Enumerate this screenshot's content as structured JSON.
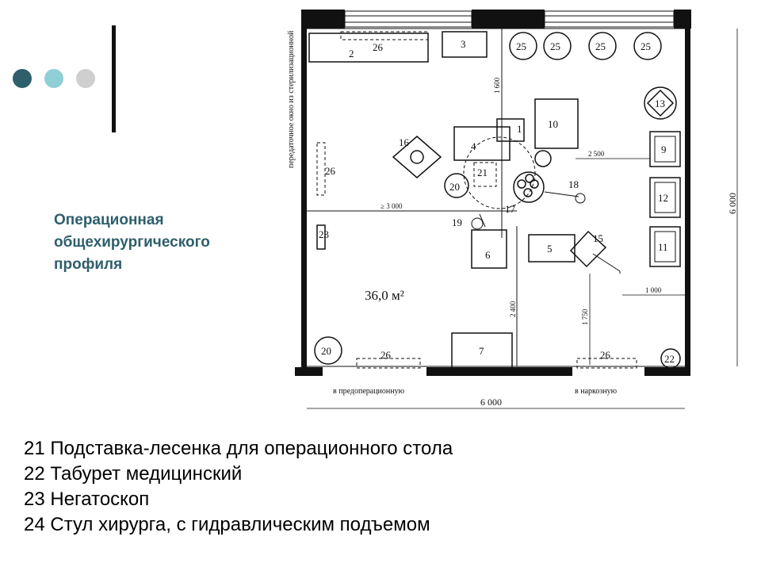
{
  "slide": {
    "title": "Операционная общехирургического профиля",
    "accent_colors": [
      "#2e5f6b",
      "#8fcfd6",
      "#cfcfcf"
    ]
  },
  "plan": {
    "area_label": "36,0 м²",
    "side_window_label": "передаточное окно из стерилизационной",
    "door_left_label": "в предоперационную",
    "door_right_label": "в наркозную",
    "dim_width_bottom": "6 000",
    "dim_height_right": "6 000",
    "dim_3000": "≥ 3 000",
    "dim_2500": "2 500",
    "dim_1600": "1 600",
    "dim_2400": "2 400",
    "dim_1750": "1 750",
    "dim_1000": "1 000",
    "items": {
      "n1": "1",
      "n2": "2",
      "n3": "3",
      "n4": "4",
      "n5": "5",
      "n6": "6",
      "n7": "7",
      "n9": "9",
      "n10": "10",
      "n11": "11",
      "n12": "12",
      "n13": "13",
      "n15": "15",
      "n16": "16",
      "n17": "17",
      "n18": "18",
      "n19": "19",
      "n20a": "20",
      "n20b": "20",
      "n21": "21",
      "n22": "22",
      "n23": "23",
      "n25a": "25",
      "n25b": "25",
      "n25c": "25",
      "n25d": "25",
      "n26a": "26",
      "n26b": "26",
      "n26c": "26",
      "n26d": "26"
    }
  },
  "legend": [
    "21 Подставка-лесенка для операционного стола",
    "22 Табурет медицинский",
    "23 Негатоскоп",
    "24 Стул хирурга, с гидравлическим подъемом"
  ]
}
